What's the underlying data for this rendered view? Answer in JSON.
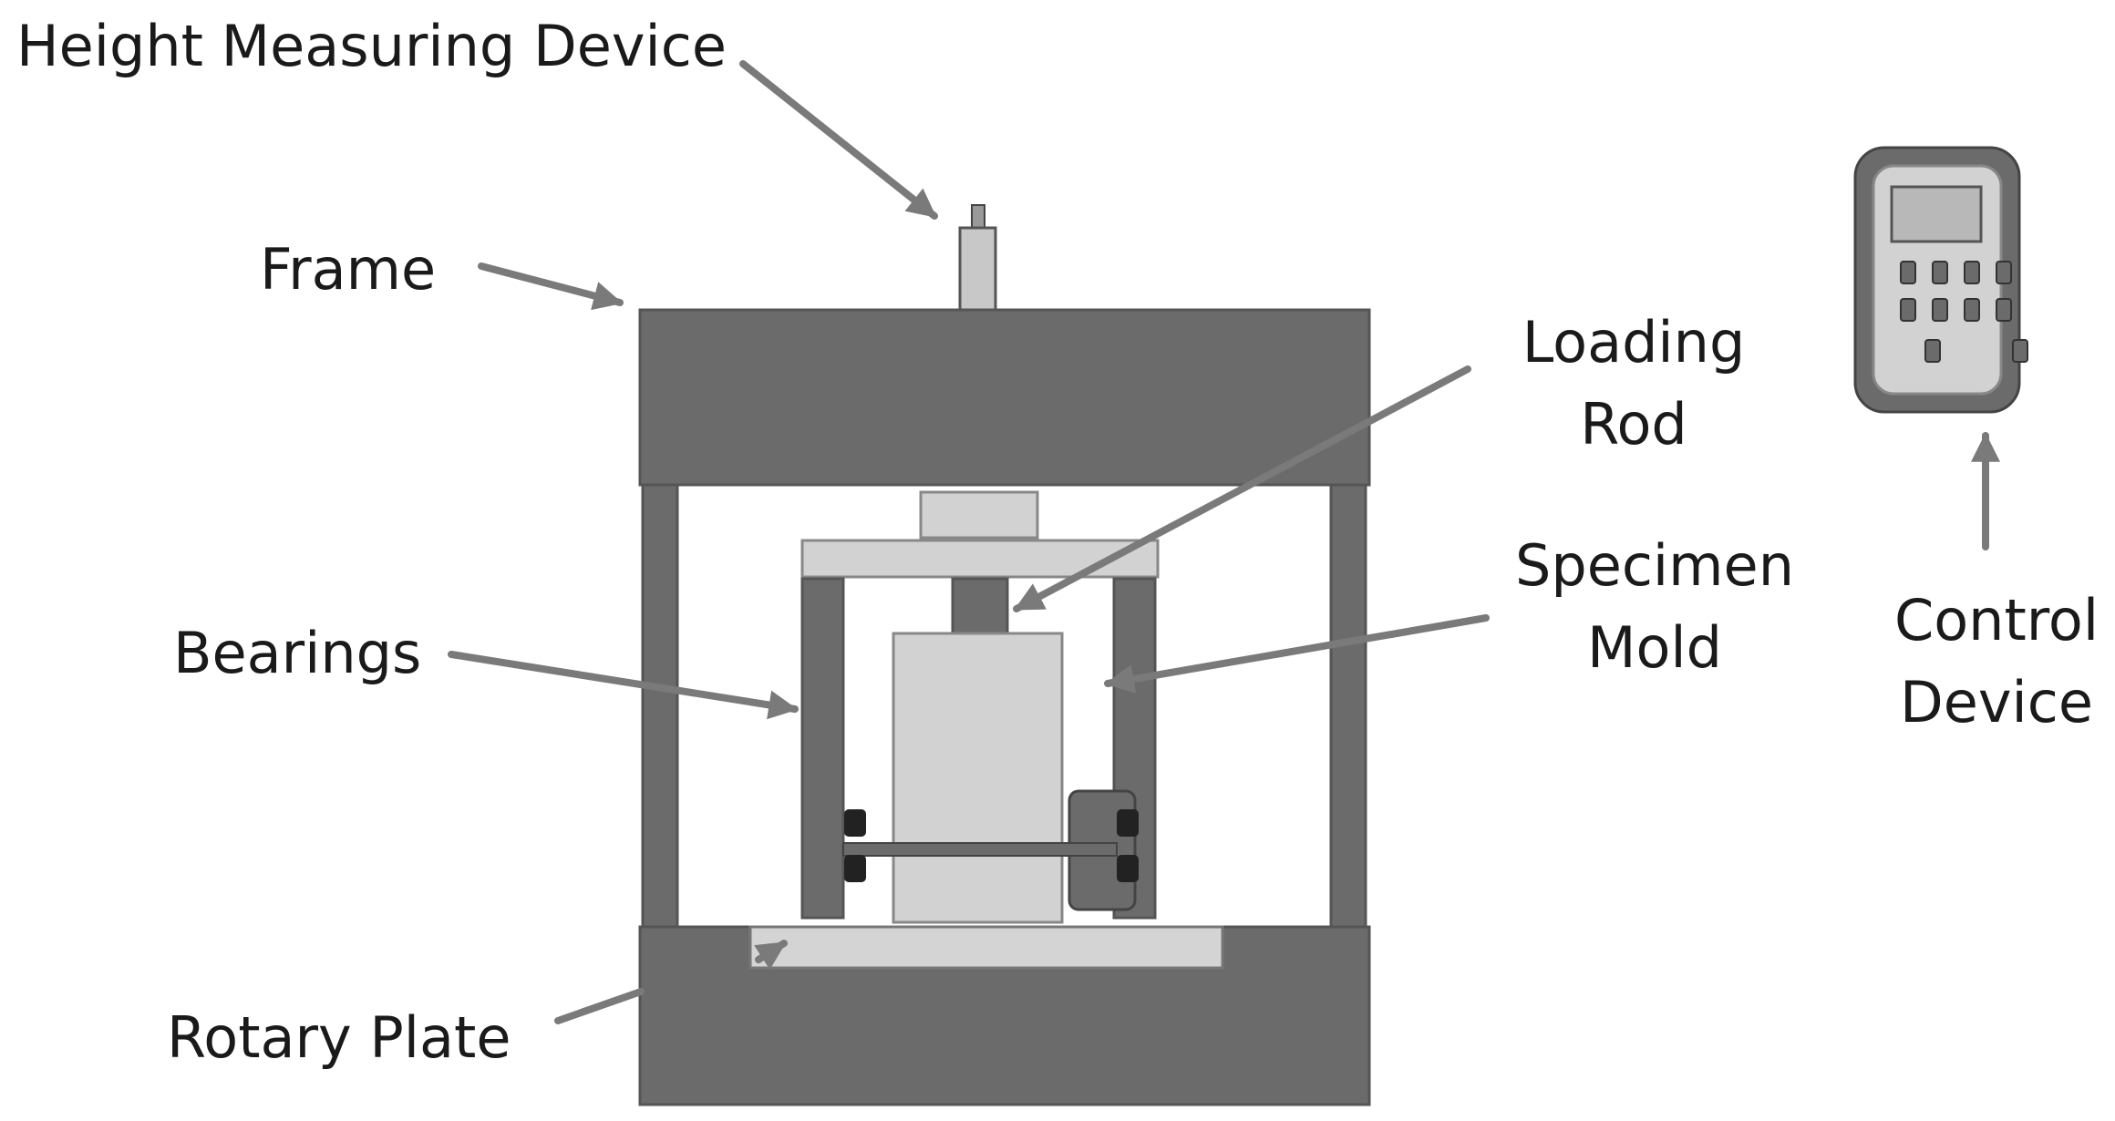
{
  "labels": {
    "height_measuring_device": "Height Measuring Device",
    "frame": "Frame",
    "loading_rod_line1": "Loading",
    "loading_rod_line2": "Rod",
    "specimen_mold_line1": "Specimen",
    "specimen_mold_line2": "Mold",
    "bearings": "Bearings",
    "control_device_line1": "Control",
    "control_device_line2": "Device",
    "rotary_plate": "Rotary Plate"
  },
  "colors": {
    "frame": "#6b6b6b",
    "frame_outline": "#555555",
    "light_part": "#d2d2d2",
    "arrow": "#7a7a7a",
    "text": "#1a1a1a",
    "background": "#ffffff"
  }
}
